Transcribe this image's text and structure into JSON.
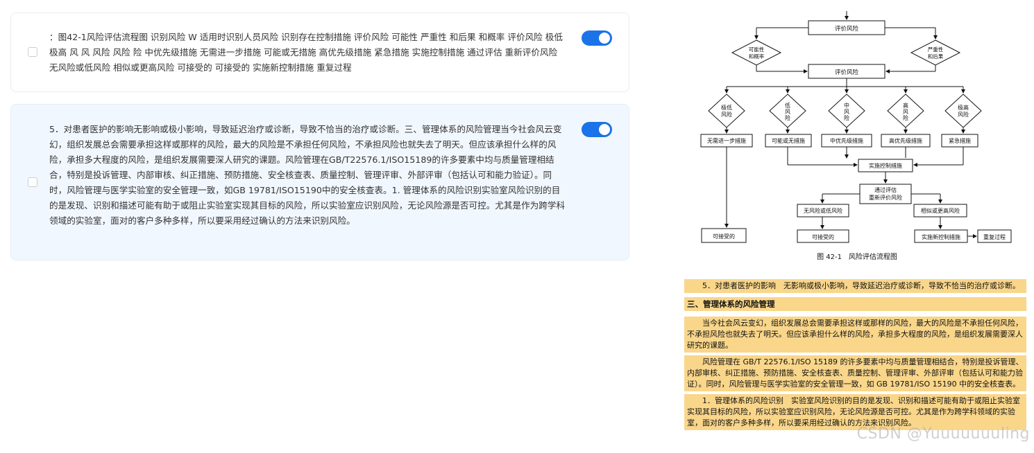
{
  "cards": [
    {
      "text": "：图42-1风险评估流程图 识别风险 W 适用时识别人员风险 识别存在控制措施 评价风险 可能性 严重性 和后果 和概率 评价风险 极低 极高 风 风 风险 风险 险 中优先级措施 无需进一步措施 可能或无措施 高优先级措施 紧急措施 实施控制措施 通过评估 重新评价风险 无风险或低风险 相似或更高风险 可接受的 可接受的 实施新控制措施 重复过程",
      "toggle_on": true,
      "checked": false
    },
    {
      "text": "5．对患者医护的影响无影响或极小影响，导致延迟治疗或诊断，导致不恰当的治疗或诊断。三、管理体系的风险管理当今社会风云变幻，组织发展总会需要承担这样或那样的风险，最大的风险是不承担任何风险，不承担风险也就失去了明天。但应该承担什么样的风险，承担多大程度的风险，是组织发展需要深人研究的课题。风险管理在GB/T22576.1/ISO15189的许多要素中均与质量管理相结合，特别是投诉管理、内部审核、纠正措施、预防措施、安全核查表、质量控制、管理评审、外部评审（包括认可和能力验证）。同时，风险管理与医学实验室的安全管理一致，如GB 19781/ISO15190中的安全核查表。1. 管理体系的风险识别实验室风险识别的目的是发现、识别和描述可能有助于或阻止实验室实现其目标的风险，所以实验室应识别风险，无论风险源是否可控。尤其是作为跨学科领域的实验室，面对的客户多种多样，所以要采用经过确认的方法来识别风险。",
      "toggle_on": true,
      "checked": false
    }
  ],
  "flowchart": {
    "top_box": "评价风险",
    "diamond_left_1": "可能性",
    "diamond_left_2": "和概率",
    "diamond_right_1": "严重性",
    "diamond_right_2": "和后果",
    "middle_box": "评价风险",
    "levels": [
      {
        "l1": "极低",
        "l2": "风险",
        "l3": ""
      },
      {
        "l1": "低",
        "l2": "风",
        "l3": "险"
      },
      {
        "l1": "中",
        "l2": "风",
        "l3": "险"
      },
      {
        "l1": "高",
        "l2": "风",
        "l3": "险"
      },
      {
        "l1": "极高",
        "l2": "风险",
        "l3": ""
      }
    ],
    "actions": [
      "无需进一步措施",
      "可能或无措施",
      "中优先级措施",
      "高优先级措施",
      "紧急措施"
    ],
    "implement": "实施控制措施",
    "reassess_1": "通过评估",
    "reassess_2": "重新评价风险",
    "low_risk": "无风险或低风险",
    "similar_risk": "相似或更高风险",
    "acceptable_left": "可接受的",
    "acceptable_mid": "可接受的",
    "new_control": "实施新控制措施",
    "repeat": "重复过程",
    "caption": "图 42-1　风险评估流程图"
  },
  "doc": {
    "para1": "5．对患者医护的影响　无影响或极小影响，导致延迟治疗或诊断，导致不恰当的治疗或诊断。",
    "heading": "三、管理体系的风险管理",
    "para2": "当今社会风云变幻，组织发展总会需要承担这样或那样的风险，最大的风险是不承担任何风险，不承担风险也就失去了明天。但应该承担什么样的风险，承担多大程度的风险，是组织发展需要深人研究的课题。",
    "para3": "风险管理在 GB/T 22576.1/ISO 15189 的许多要素中均与质量管理相结合，特别是投诉管理、内部审核、纠正措施、预防措施、安全核查表、质量控制、管理评审、外部评审（包括认可和能力验证）。同时，风险管理与医学实验室的安全管理一致，如 GB 19781/ISO 15190 中的安全核查表。",
    "para4": "1．管理体系的风险识别　实验室风险识别的目的是发现、识别和描述可能有助于或阻止实验室实现其目标的风险，所以实验室应识别风险，无论风险源是否可控。尤其是作为跨学科领域的实验室，面对的客户多种多样，所以要采用经过确认的方法来识别风险。"
  },
  "watermark": "CSDN @Yuuuuuuuling",
  "colors": {
    "toggle": "#1a73e8",
    "highlight": "#f9d68a",
    "card2_bg": "#f1f7fe"
  }
}
